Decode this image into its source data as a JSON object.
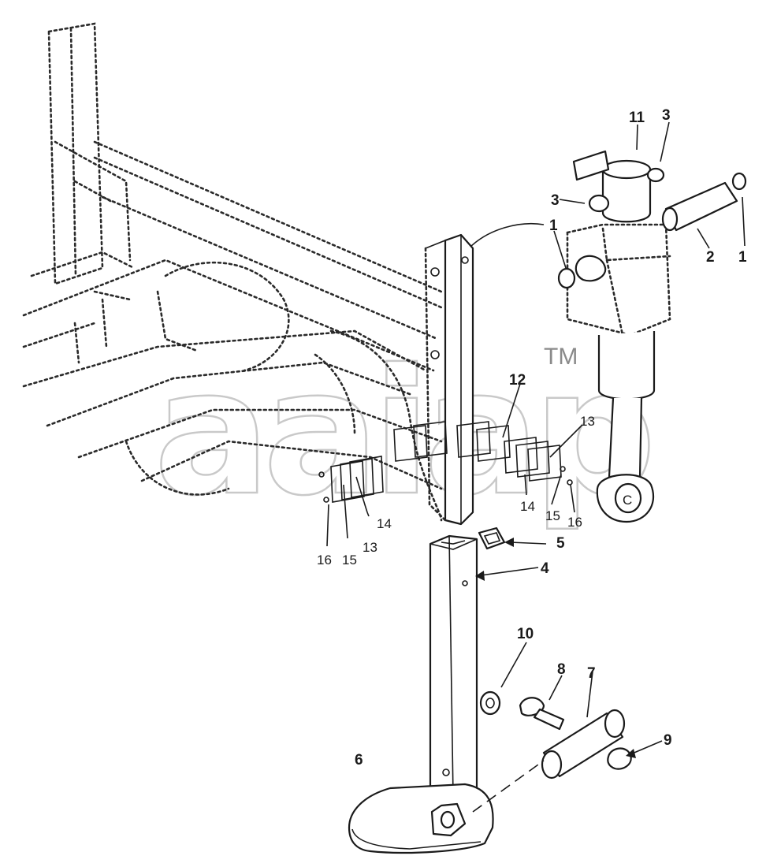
{
  "diagram": {
    "callouts": {
      "c1_top": "1",
      "c1_right": "1",
      "c2": "2",
      "c3_top": "3",
      "c3_left": "3",
      "c4": "4",
      "c5": "5",
      "c6": "6",
      "c7": "7",
      "c8": "8",
      "c9": "9",
      "c10": "10",
      "c11": "11",
      "c12": "12",
      "c13_left": "13",
      "c13_right": "13",
      "c14_left": "14",
      "c14_right": "14",
      "c15_left": "15",
      "c15_right": "15",
      "c16_left": "16",
      "c16_right": "16"
    },
    "watermark": {
      "text": "aaiap",
      "trademark": "TM"
    }
  }
}
